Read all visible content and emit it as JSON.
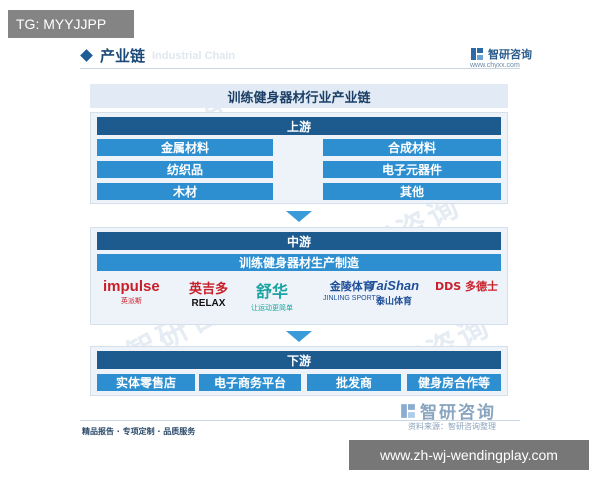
{
  "overlay_tag": "TG: MYYJJPP",
  "section_title": "产业链",
  "section_title_en": "Industrial Chain",
  "brand": {
    "name": "智研咨询",
    "url": "www.chyxx.com",
    "icon": "zhiyan-logo-icon"
  },
  "main_title": "训练健身器材行业产业链",
  "upstream": {
    "label": "上游",
    "left_items": [
      "金属材料",
      "纺织品",
      "木材"
    ],
    "right_items": [
      "合成材料",
      "电子元器件",
      "其他"
    ]
  },
  "midstream": {
    "label": "中游",
    "sub_label": "训练健身器材生产制造",
    "logos": [
      {
        "main": "impulse",
        "sub": "英派斯",
        "color": "#c8202a"
      },
      {
        "main": "英吉多",
        "sub": "RELAX",
        "color": "#c8202a"
      },
      {
        "main": "舒华",
        "sub": "让运动更简单",
        "color": "#1aa3a0"
      },
      {
        "main": "金陵体育",
        "sub": "JINLING SPORTS",
        "color": "#1f4f9a"
      },
      {
        "main": "TaiShan",
        "sub": "泰山体育",
        "color": "#1f4f9a"
      },
      {
        "main": "DDS 多德士",
        "sub": "",
        "color": "#c8202a"
      }
    ]
  },
  "downstream": {
    "label": "下游",
    "items": [
      "实体零售店",
      "电子商务平台",
      "批发商",
      "健身房合作等"
    ]
  },
  "footer": {
    "left": "精品报告 · 专项定制 · 品质服务",
    "brand_name": "智研咨询",
    "brand_sub": "资料来源：智研咨询整理"
  },
  "url_overlay": "www.zh-wj-wendingplay.com",
  "colors": {
    "stage_bar": "#1d5a8e",
    "cell": "#2d8fd0",
    "panel": "#eef3f9",
    "arrow": "#3b9ad9"
  }
}
